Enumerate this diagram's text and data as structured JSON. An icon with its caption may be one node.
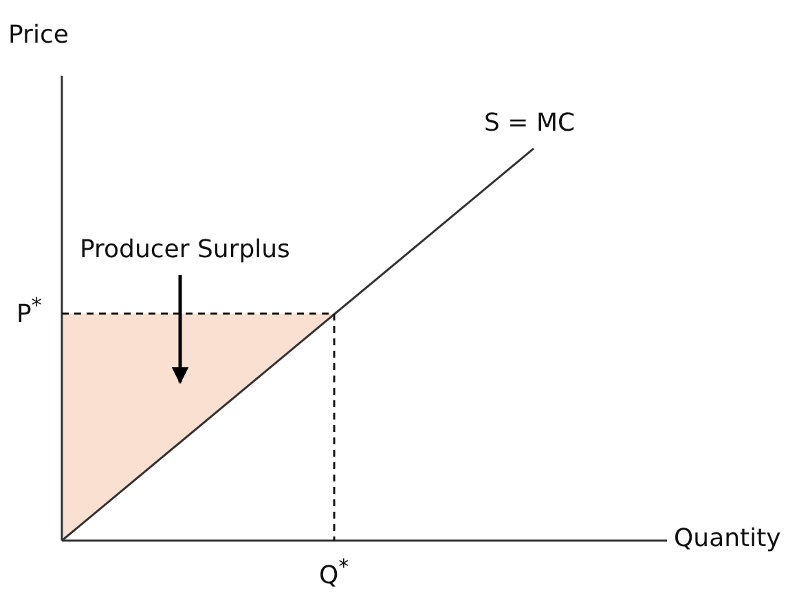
{
  "diagram": {
    "nodes": [
      {
        "text": [
          "Producer Surplus"
        ]
      },
      {
        "text": [],
        "shape": "triangle"
      }
    ],
    "edges": [
      {
        "from": 0,
        "to": 1,
        "arrow": "to"
      }
    ],
    "labels": [
      "Price",
      "S = MC",
      "P$^{*}$",
      "Quantity",
      "Q$^{*}$"
    ]
  }
}
